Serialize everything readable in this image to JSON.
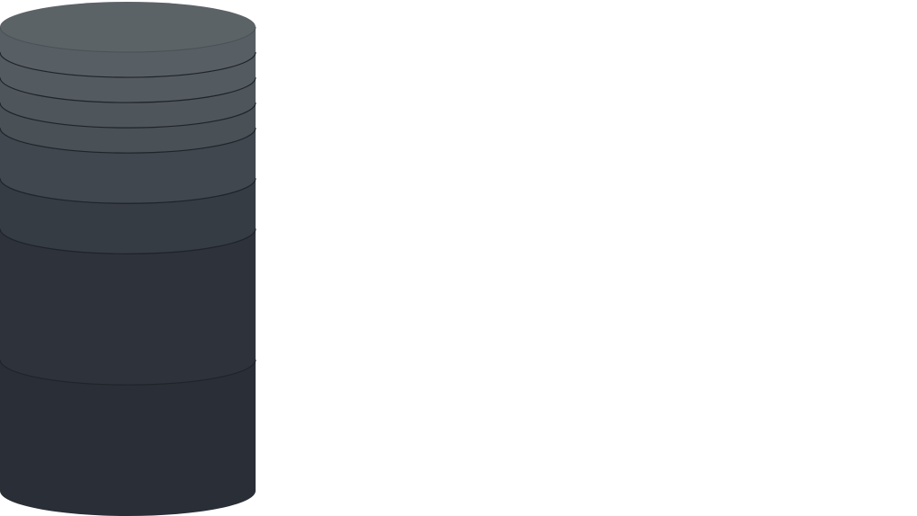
{
  "chart_data": {
    "type": "stacked-cylinder",
    "orientation": "vertical",
    "segments_bottom_to_top": [
      {
        "value": 26,
        "color": "#2a2e36"
      },
      {
        "value": 26,
        "color": "#2e333b"
      },
      {
        "value": 10,
        "color": "#363c44"
      },
      {
        "value": 10,
        "color": "#40474e"
      },
      {
        "value": 5,
        "color": "#495056"
      },
      {
        "value": 5,
        "color": "#4f565b"
      },
      {
        "value": 5,
        "color": "#545b60"
      },
      {
        "value": 5,
        "color": "#585f64"
      }
    ],
    "top_cap_color": "#5c6367",
    "divider_color": "#1f232a",
    "legend": "none",
    "grid": false
  }
}
